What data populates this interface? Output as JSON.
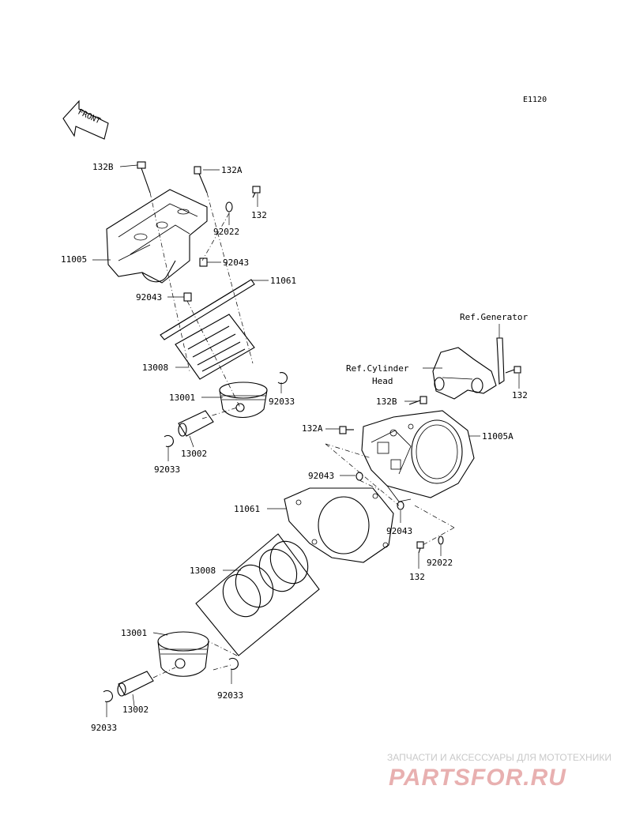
{
  "diagram": {
    "code": "E1120",
    "front_label": "FRONT",
    "refs": {
      "generator": "Ref.Generator",
      "cylinder_head_line1": "Ref.Cylinder",
      "cylinder_head_line2": "Head"
    },
    "upper_group": {
      "bolt_132b": "132B",
      "bolt_132a": "132A",
      "bolt_132": "132",
      "washer_92022": "92022",
      "cylinder_11005": "11005",
      "dowel_92043_a": "92043",
      "dowel_92043_b": "92043",
      "gasket_11061": "11061",
      "rings_13008": "13008",
      "piston_13001": "13001",
      "clip_92033_a": "92033",
      "pin_13002": "13002",
      "clip_92033_b": "92033"
    },
    "lower_group": {
      "bolt_132_ref": "132",
      "bolt_132b": "132B",
      "cylinder_11005a": "11005A",
      "bolt_132a": "132A",
      "dowel_92043_a": "92043",
      "gasket_11061": "11061",
      "dowel_92043_b": "92043",
      "washer_92022": "92022",
      "bolt_132": "132",
      "rings_13008": "13008",
      "piston_13001": "13001",
      "clip_92033_a": "92033",
      "pin_13002": "13002",
      "clip_92033_b": "92033"
    }
  },
  "watermark": {
    "tagline": "ЗАПЧАСТИ И АКСЕССУАРЫ ДЛЯ МОТОТЕХНИКИ",
    "logo": "PARTSFOR.RU"
  }
}
